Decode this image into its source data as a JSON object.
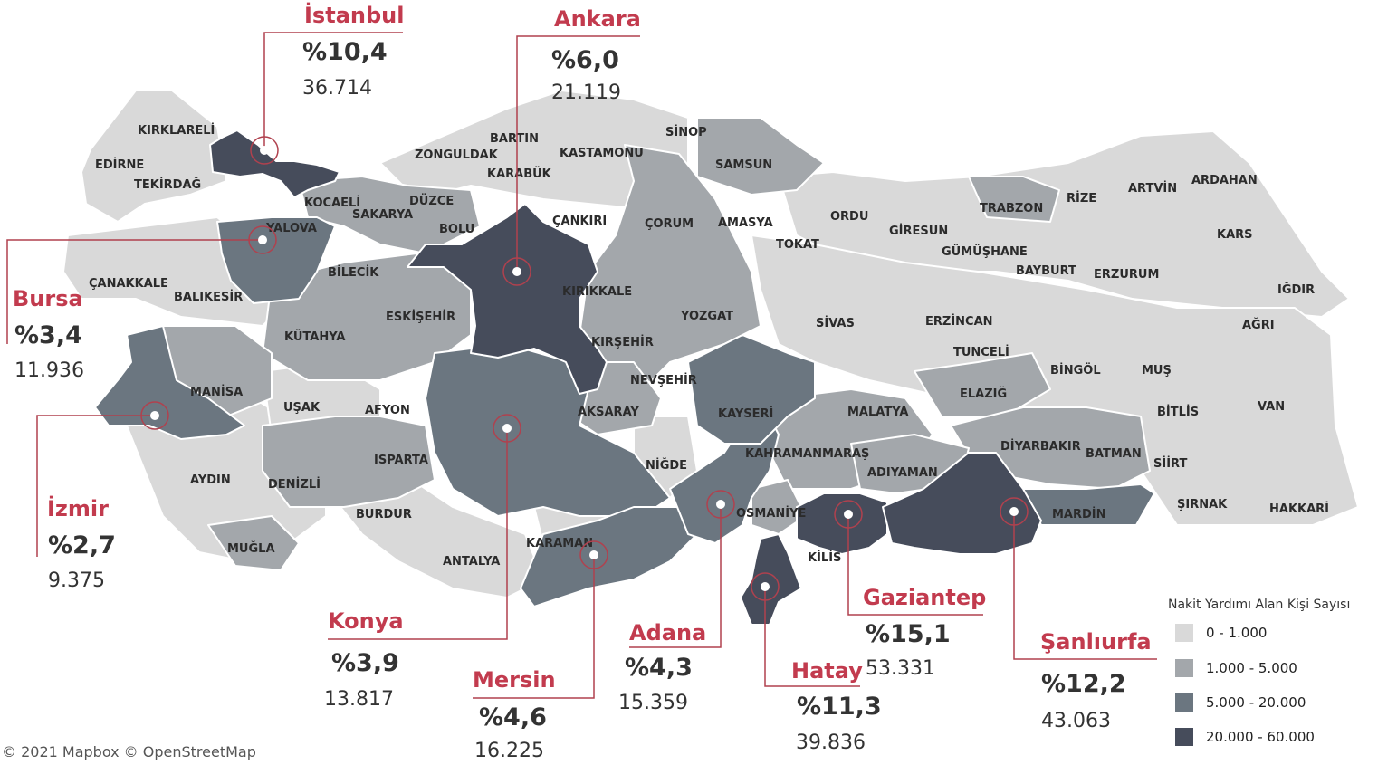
{
  "colors": {
    "c0": "#d9d9d9",
    "c1": "#a3a7ab",
    "c2": "#6b7680",
    "c3": "#464c5b",
    "leader": "#b0414e",
    "border": "#ffffff"
  },
  "legend": {
    "title": "Nakit Yardımı Alan Kişi Sayısı",
    "items": [
      {
        "label": "0 - 1.000",
        "color": "#d9d9d9"
      },
      {
        "label": "1.000 - 5.000",
        "color": "#a3a7ab"
      },
      {
        "label": "5.000 - 20.000",
        "color": "#6b7680"
      },
      {
        "label": "20.000 - 60.000",
        "color": "#464c5b"
      }
    ]
  },
  "provinces": [
    "KIRKLARELİ",
    "EDİRNE",
    "TEKİRDAĞ",
    "ZONGULDAK",
    "BARTIN",
    "KARABÜK",
    "KASTAMONU",
    "SİNOP",
    "SAMSUN",
    "KOCAELİ",
    "SAKARYA",
    "DÜZCE",
    "YALOVA",
    "BOLU",
    "ÇANKIRI",
    "ÇORUM",
    "AMASYA",
    "ORDU",
    "GİRESUN",
    "TRABZON",
    "RİZE",
    "ARTVİN",
    "ARDAHAN",
    "TOKAT",
    "GÜMÜŞHANE",
    "BAYBURT",
    "ERZURUM",
    "KARS",
    "ÇANAKKALE",
    "BALIKESİR",
    "BİLECİK",
    "KIRIKKALE",
    "YOZGAT",
    "SİVAS",
    "ERZİNCAN",
    "IĞDIR",
    "AĞRI",
    "ESKİŞEHİR",
    "KÜTAHYA",
    "KIRŞEHİR",
    "TUNCELİ",
    "BİNGÖL",
    "MUŞ",
    "MANİSA",
    "NEVŞEHİR",
    "ELAZIĞ",
    "VAN",
    "UŞAK",
    "AFYON",
    "AKSARAY",
    "KAYSERİ",
    "MALATYA",
    "BİTLİS",
    "KAHRAMANMARAŞ",
    "DİYARBAKIR",
    "BATMAN",
    "AYDIN",
    "ISPARTA",
    "NİĞDE",
    "SİİRT",
    "ADIYAMAN",
    "DENİZLİ",
    "ŞIRNAK",
    "BURDUR",
    "MARDİN",
    "OSMANİYE",
    "HAKKARİ",
    "MUĞLA",
    "KARAMAN",
    "ANTALYA",
    "KİLİS"
  ],
  "cities": [
    {
      "name": "İstanbul",
      "pct": "%10,4",
      "count": "36.714"
    },
    {
      "name": "Ankara",
      "pct": "%6,0",
      "count": "21.119"
    },
    {
      "name": "Bursa",
      "pct": "%3,4",
      "count": "11.936"
    },
    {
      "name": "İzmir",
      "pct": "%2,7",
      "count": "9.375"
    },
    {
      "name": "Konya",
      "pct": "%3,9",
      "count": "13.817"
    },
    {
      "name": "Mersin",
      "pct": "%4,6",
      "count": "16.225"
    },
    {
      "name": "Adana",
      "pct": "%4,3",
      "count": "15.359"
    },
    {
      "name": "Hatay",
      "pct": "%11,3",
      "count": "39.836"
    },
    {
      "name": "Gaziantep",
      "pct": "%15,1",
      "count": "53.331"
    },
    {
      "name": "Şanlıurfa",
      "pct": "%12,2",
      "count": "43.063"
    }
  ],
  "attribution": "© 2021 Mapbox © OpenStreetMap"
}
